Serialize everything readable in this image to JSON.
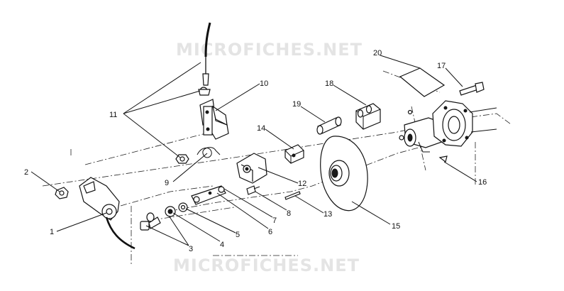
{
  "watermark": {
    "top": "MICROFICHES.NET",
    "bottom": "MICROFICHES.NET"
  },
  "callouts": {
    "c1": "1",
    "c2": "2",
    "c3": "3",
    "c4": "4",
    "c5": "5",
    "c6": "6",
    "c7": "7",
    "c8": "8",
    "c9": "9",
    "c10": "10",
    "c11": "11",
    "c12": "12",
    "c13": "13",
    "c14": "14",
    "c15": "15",
    "c16": "16",
    "c17": "17",
    "c18": "18",
    "c19": "19",
    "c20": "20"
  }
}
